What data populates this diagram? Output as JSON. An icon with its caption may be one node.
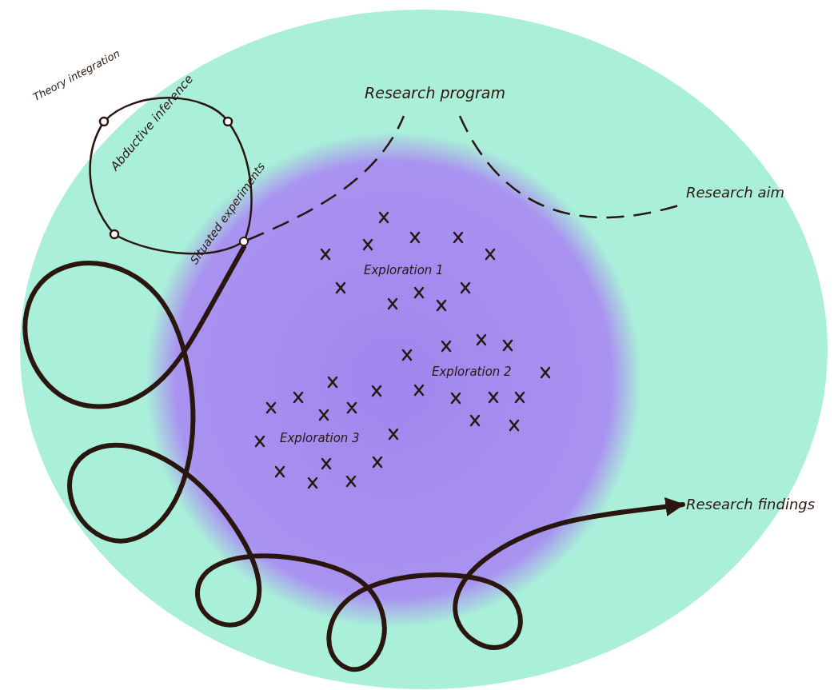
{
  "diagram": {
    "nodes": [
      {
        "text": [
          "Research findings"
        ]
      },
      {
        "text": [],
        "shape": "circle"
      }
    ],
    "edges": [
      {
        "from": 1,
        "to": 0,
        "arrow": "to"
      }
    ],
    "labels": [
      "Research program",
      "Theory integration",
      "Abductive inference",
      "Research aim",
      "Situated experiments",
      "Exploration 1",
      "Exploration 2",
      "Exploration 3"
    ]
  }
}
